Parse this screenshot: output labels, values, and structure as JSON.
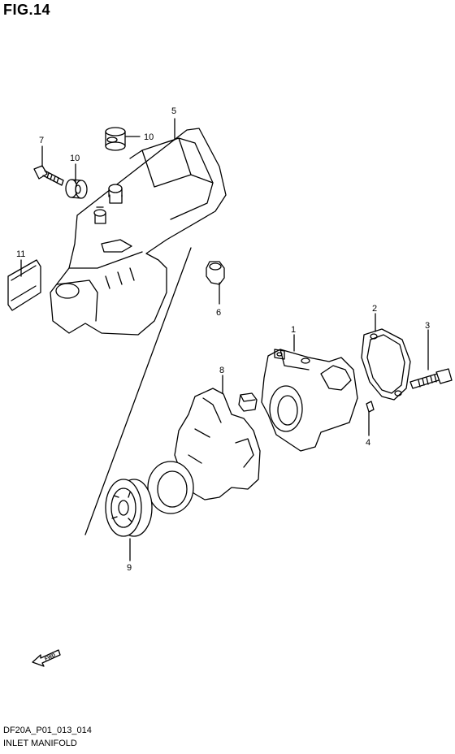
{
  "figure": {
    "title": "FIG.14",
    "code": "DF20A_P01_013_014",
    "caption": "INLET MANIFOLD",
    "fwd_label": "FWD"
  },
  "callouts": [
    "1",
    "2",
    "3",
    "4",
    "5",
    "6",
    "7",
    "8",
    "9",
    "10",
    "10",
    "11"
  ]
}
